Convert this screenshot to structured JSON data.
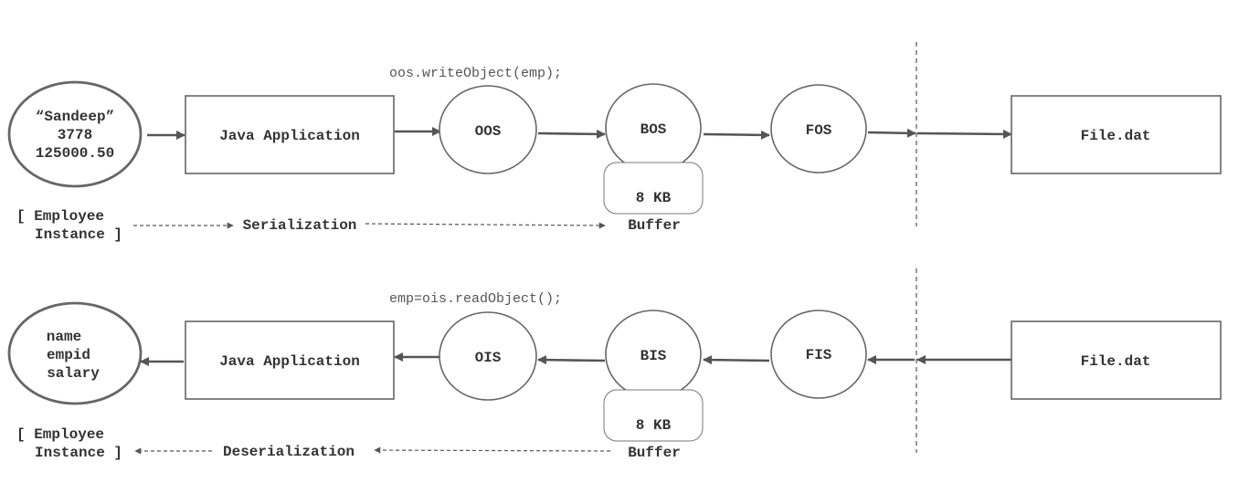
{
  "serialization": {
    "object_lines": [
      "“Sandeep”",
      "3778",
      "125000.50"
    ],
    "app_label": "Java Application",
    "stream_labels": [
      "OOS",
      "BOS",
      "FOS"
    ],
    "file_label": "File.dat",
    "code": "oos.writeObject(emp);",
    "buffer_size": "8 KB",
    "buffer_label": "Buffer",
    "instance_lines": [
      "[ Employee",
      "Instance ]"
    ],
    "process_label": "Serialization"
  },
  "deserialization": {
    "object_lines": [
      "name",
      "empid",
      "salary"
    ],
    "app_label": "Java Application",
    "stream_labels": [
      "OIS",
      "BIS",
      "FIS"
    ],
    "file_label": "File.dat",
    "code": "emp=ois.readObject();",
    "buffer_size": "8 KB",
    "buffer_label": "Buffer",
    "instance_lines": [
      "[ Employee",
      "Instance ]"
    ],
    "process_label": "Deserialization"
  }
}
